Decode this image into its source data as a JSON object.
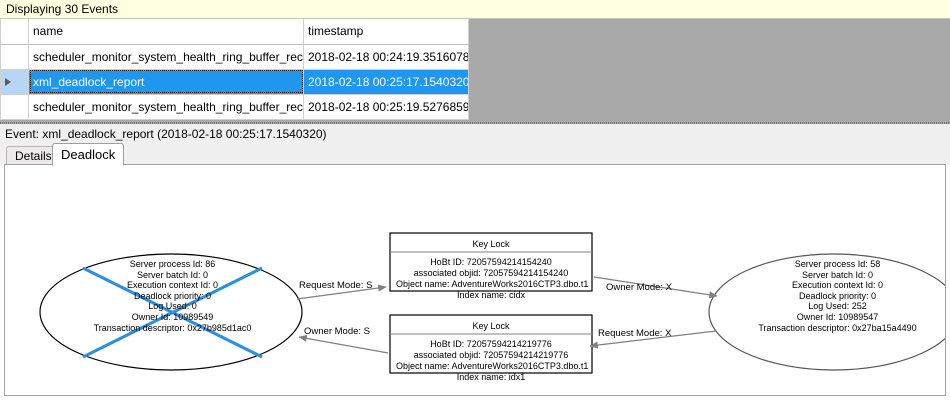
{
  "banner": {
    "text": "Displaying 30 Events"
  },
  "grid": {
    "columns": [
      "",
      "name",
      "timestamp"
    ],
    "rows": [
      {
        "selected": false,
        "marker": "",
        "name": "scheduler_monitor_system_health_ring_buffer_recorded",
        "timestamp": "2018-02-18 00:24:19.3516078"
      },
      {
        "selected": true,
        "marker": "row-selector-arrow",
        "name": "xml_deadlock_report",
        "timestamp": "2018-02-18 00:25:17.1540320"
      },
      {
        "selected": false,
        "marker": "",
        "name": "scheduler_monitor_system_health_ring_buffer_recorded",
        "timestamp": "2018-02-18 00:25:19.5276859"
      }
    ],
    "selection_color": "#1f97ef"
  },
  "event_header": {
    "text": "Event: xml_deadlock_report (2018-02-18 00:25:17.1540320)"
  },
  "tabs": [
    {
      "label": "Details",
      "active": false
    },
    {
      "label": "Deadlock",
      "active": true
    }
  ],
  "deadlock_graph": {
    "victim_cross_color": "#2e8fdf",
    "processes": [
      {
        "id": "process-left",
        "victim": true,
        "lines": [
          "Server process Id: 86",
          "Server batch Id: 0",
          "Execution context Id: 0",
          "Deadlock priority: 0",
          "Log Used: 0",
          "Owner Id: 10989549",
          "Transaction descriptor: 0x27b985d1ac0"
        ]
      },
      {
        "id": "process-right",
        "victim": false,
        "lines": [
          "Server process Id: 58",
          "Server batch Id: 0",
          "Execution context Id: 0",
          "Deadlock priority: 0",
          "Log Used: 252",
          "Owner Id: 10989547",
          "Transaction descriptor: 0x27ba15a4490"
        ]
      }
    ],
    "resources": [
      {
        "id": "key-lock-top",
        "title": "Key Lock",
        "lines": [
          "HoBt ID: 72057594214154240",
          "associated objid: 72057594214154240",
          "Object name: AdventureWorks2016CTP3.dbo.t1",
          "Index name: cidx"
        ]
      },
      {
        "id": "key-lock-bottom",
        "title": "Key Lock",
        "lines": [
          "HoBt ID: 72057594214219776",
          "associated objid: 72057594214219776",
          "Object name: AdventureWorks2016CTP3.dbo.t1",
          "Index name: idx1"
        ]
      }
    ],
    "edges": [
      {
        "id": "edge-left-request",
        "label": "Request Mode: S"
      },
      {
        "id": "edge-left-owner",
        "label": "Owner Mode: S"
      },
      {
        "id": "edge-right-owner",
        "label": "Owner Mode: X"
      },
      {
        "id": "edge-right-request",
        "label": "Request Mode: X"
      }
    ]
  }
}
